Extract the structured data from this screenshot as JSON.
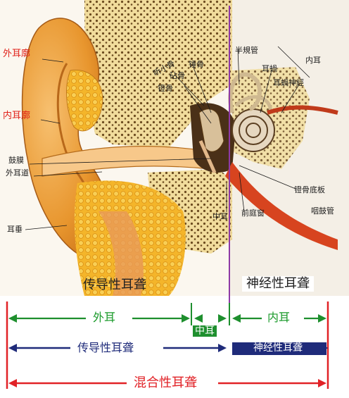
{
  "colors": {
    "divider": "#8e3aa6",
    "outer_range": "#1e8f2e",
    "conductive_range": "#1f2b7a",
    "mixed_range": "#e12227",
    "red_label": "#e0221a"
  },
  "labels": {
    "outer_auricle": "外耳廓",
    "inner_auricle": "内耳廓",
    "eardrum": "鼓膜",
    "ear_canal": "外耳道",
    "earlobe": "耳垂",
    "malleus": "锤骨",
    "incus": "砧骨",
    "stapes": "镫骨",
    "auditory_ossicles": "听小骨",
    "semicircular_canal": "半規管",
    "cochlea": "耳蝸",
    "cochlear_nerve": "耳蝸神經",
    "inner_ear_tag": "内耳",
    "stapes_footplate": "镫骨底板",
    "eustachian_tube": "咽鼓管",
    "vestibule_window": "前庭窗",
    "middle_ear_tag": "中耳"
  },
  "sections": {
    "conductive": "传导性耳聋",
    "sensorineural": "神经性耳聋"
  },
  "ranges": {
    "outer_ear": "外耳",
    "middle_ear": "中耳",
    "inner_ear": "内耳",
    "conductive": "传导性耳聋",
    "sensorineural": "神经性耳聋",
    "mixed": "混合性耳聋"
  }
}
